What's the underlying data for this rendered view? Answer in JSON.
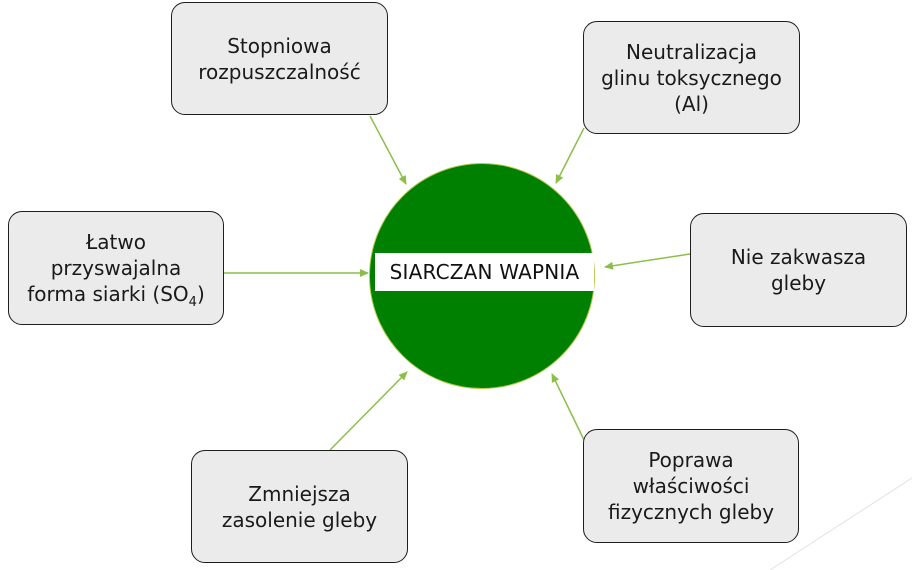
{
  "diagram": {
    "center": {
      "label": "SIARCZAN WAPNIA",
      "fill_color": "#008000",
      "band_color": "#ffffff"
    },
    "nodes": [
      {
        "id": "top-left",
        "label": "Stopniowa\nrozpuszczalność"
      },
      {
        "id": "top-right",
        "label": "Neutralizacja\nglinu toksycznego\n(Al)"
      },
      {
        "id": "left",
        "label_main": "Łatwo\nprzyswajalna\nforma siarki (SO",
        "label_sub": "4",
        "label_end": ")"
      },
      {
        "id": "right",
        "label": "Nie zakwasza\ngleby"
      },
      {
        "id": "bottom-left",
        "label": "Zmniejsza\nzasolenie gleby"
      },
      {
        "id": "bottom-right",
        "label": "Poprawa\nwłaściwości\nfizycznych gleby"
      }
    ],
    "edge_color": "#8cbf4a",
    "box_fill": "#ebebeb",
    "box_border": "#1e1e1e"
  }
}
